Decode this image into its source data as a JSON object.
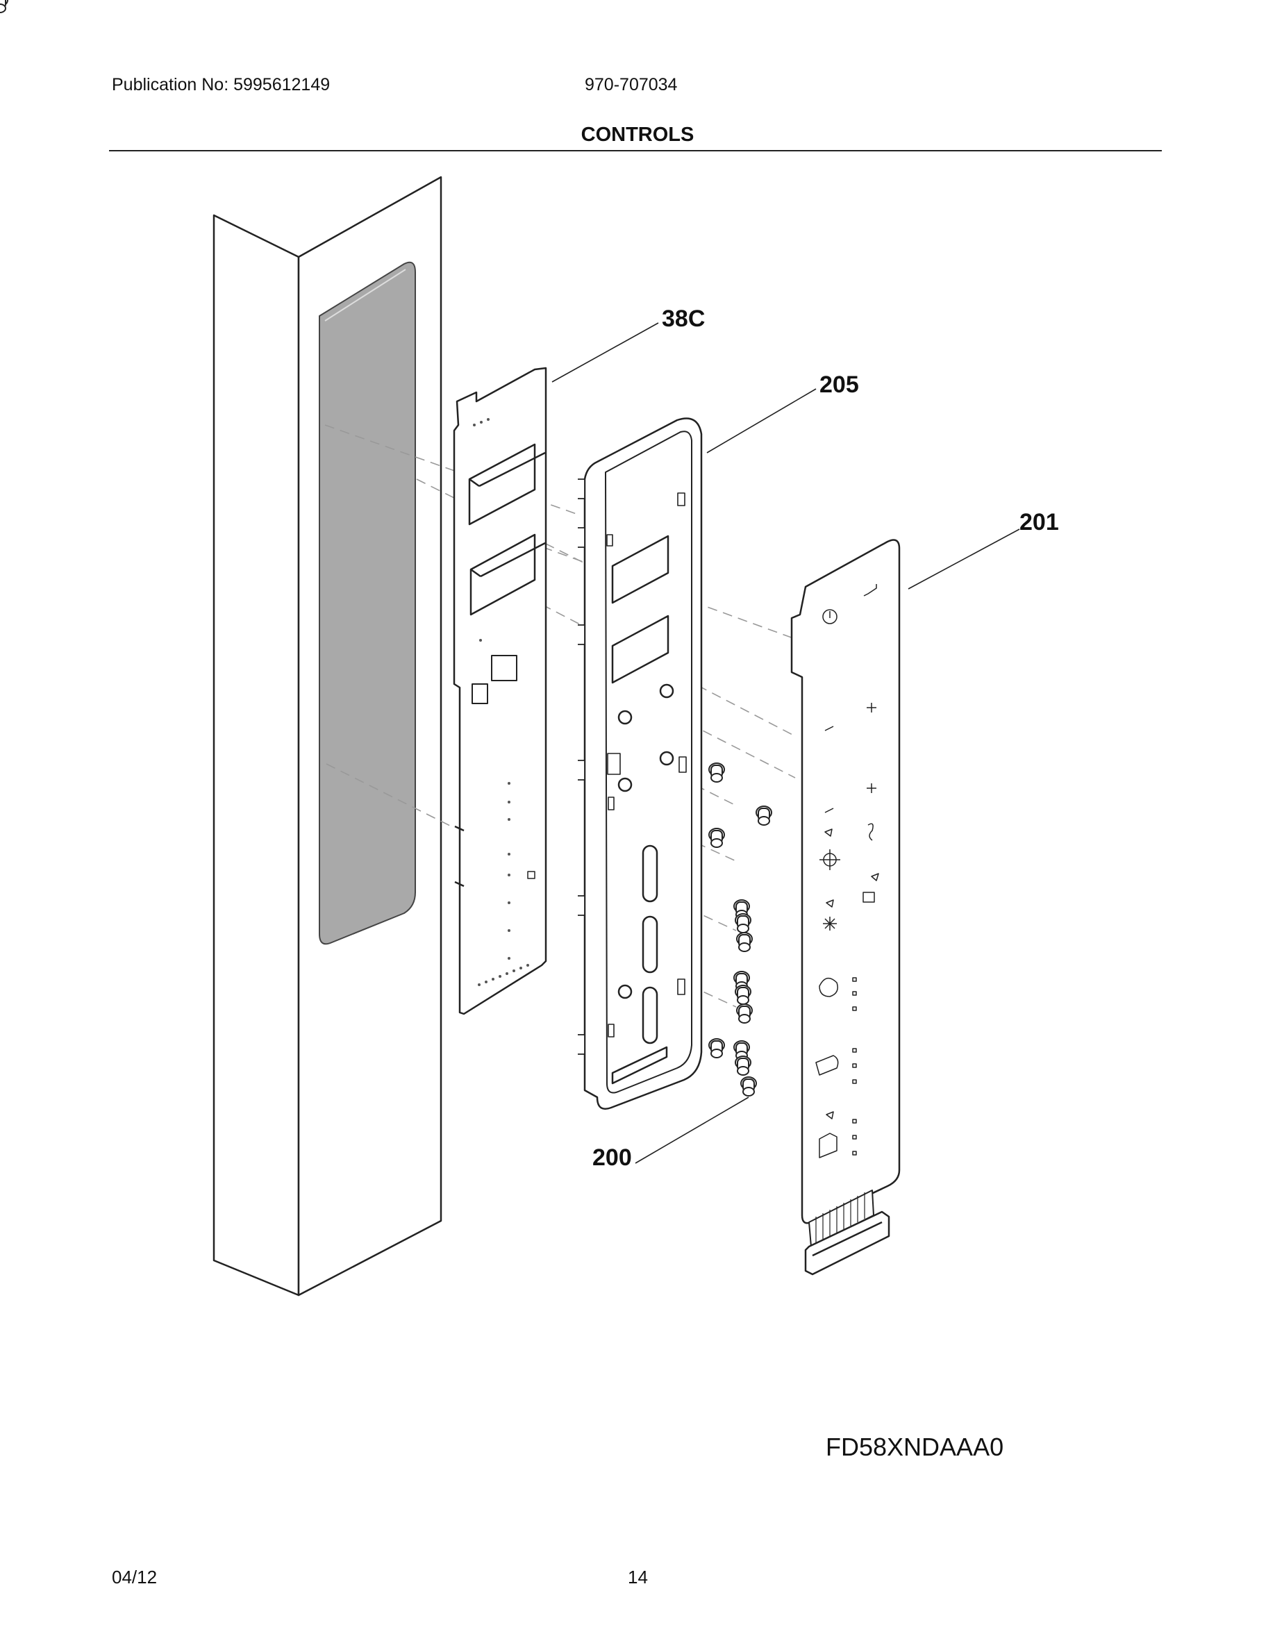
{
  "header": {
    "publication": "Publication No: 5995612149",
    "doc_number": "970-707034",
    "title": "CONTROLS"
  },
  "callouts": {
    "c38c": "38C",
    "c205": "205",
    "c201": "201",
    "c200": "200"
  },
  "footer": {
    "model": "FD58XNDAAA0",
    "date": "04/12",
    "page": "14"
  }
}
